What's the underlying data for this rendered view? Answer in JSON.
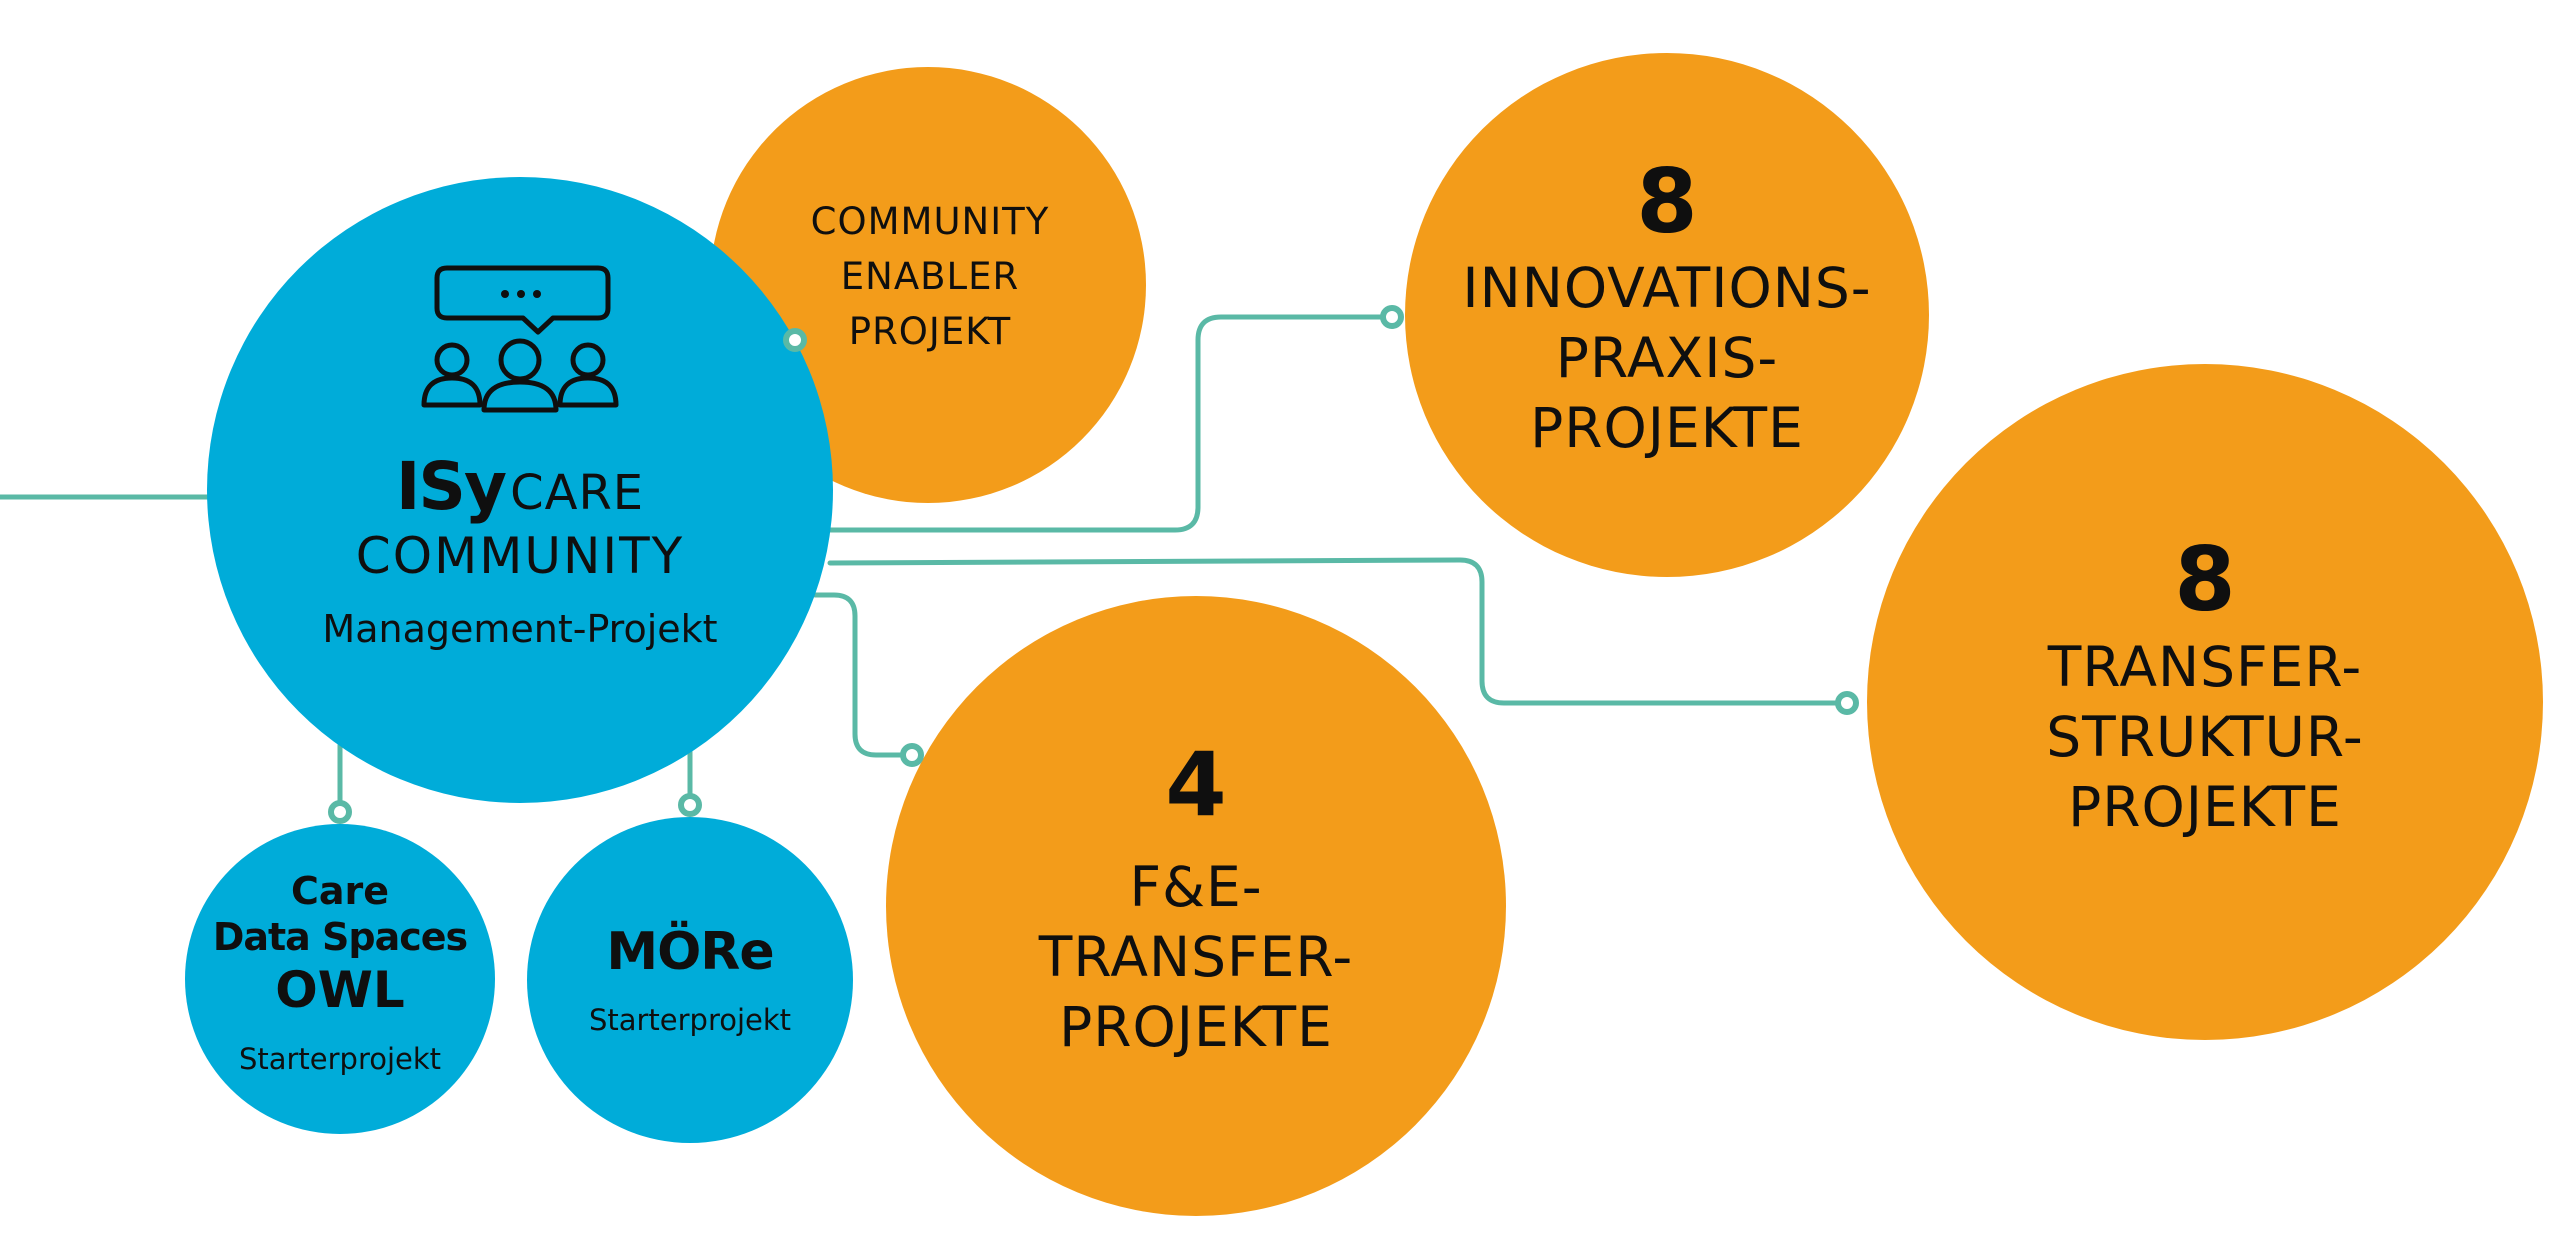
{
  "colors": {
    "blue": "#00acd9",
    "orange": "#f39c1a",
    "connector": "#5ab9a6",
    "text": "#0f0f0f"
  },
  "center": {
    "icon": "community-chat-icon",
    "brand": "ISy",
    "brand_suffix": "CARE",
    "title": "COMMUNITY",
    "subtitle": "Management-Projekt"
  },
  "enabler": {
    "line1": "COMMUNITY",
    "line2": "ENABLER",
    "line3": "PROJEKT"
  },
  "innovation": {
    "count": "8",
    "line1": "INNOVATIONS-",
    "line2": "PRAXIS-",
    "line3": "PROJEKTE"
  },
  "transfer_struktur": {
    "count": "8",
    "line1": "TRANSFER-",
    "line2": "STRUKTUR-",
    "line3": "PROJEKTE"
  },
  "fe_transfer": {
    "count": "4",
    "line1": "F&E-",
    "line2": "TRANSFER-",
    "line3": "PROJEKTE"
  },
  "care_data": {
    "line1": "Care",
    "line2": "Data Spaces",
    "line3": "OWL",
    "subtitle": "Starterprojekt"
  },
  "moere": {
    "title": "MÖRe",
    "subtitle": "Starterprojekt"
  }
}
